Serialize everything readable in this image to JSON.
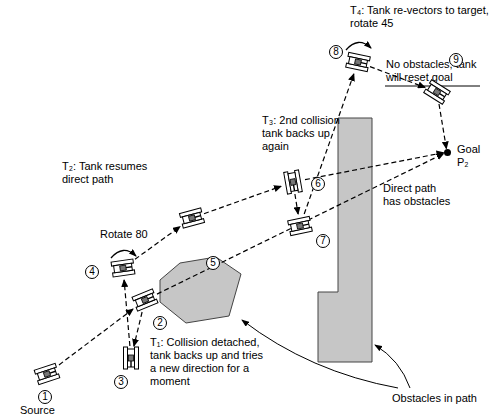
{
  "diagram": {
    "nodes": [
      {
        "text": [
          "1",
          "Source"
        ]
      },
      {
        "text": [
          "2"
        ]
      },
      {
        "text": [
          "3"
        ]
      },
      {
        "text": [
          "4"
        ]
      },
      {
        "text": [
          "5"
        ]
      },
      {
        "text": [
          "6"
        ]
      },
      {
        "text": [
          "7"
        ]
      },
      {
        "text": [
          "8"
        ]
      },
      {
        "text": [
          "9"
        ]
      },
      {
        "text": [
          "Goal P₂"
        ]
      }
    ],
    "edges": [
      {
        "from": 0,
        "to": 1,
        "arrow": "to"
      },
      {
        "from": 1,
        "to": 2,
        "arrow": "to"
      },
      {
        "from": 2,
        "to": 3,
        "arrow": "to"
      },
      {
        "from": 3,
        "to": 4,
        "arrow": "to"
      },
      {
        "from": 4,
        "to": 5,
        "arrow": "to"
      },
      {
        "from": 5,
        "to": 6,
        "arrow": "to"
      },
      {
        "from": 6,
        "to": 7,
        "arrow": "to"
      },
      {
        "from": 7,
        "to": 8,
        "arrow": "to"
      },
      {
        "from": 8,
        "to": 9,
        "arrow": "to"
      },
      {
        "from": 1,
        "to": 9,
        "arrow": "to"
      },
      {
        "from": 5,
        "to": 9,
        "arrow": "to"
      }
    ],
    "labels": [
      "T₄: Tank re-vectors to target, rotate 45",
      "No obstacles, tank will reset goal",
      "T₃: 2nd collision tank backs up again",
      "T₂: Tank resumes direct path",
      "Rotate 80",
      "Direct path has obstacles",
      "T₁: Collision detached, tank backs up and tries a new direction for a moment",
      "Obstacles in path"
    ]
  }
}
